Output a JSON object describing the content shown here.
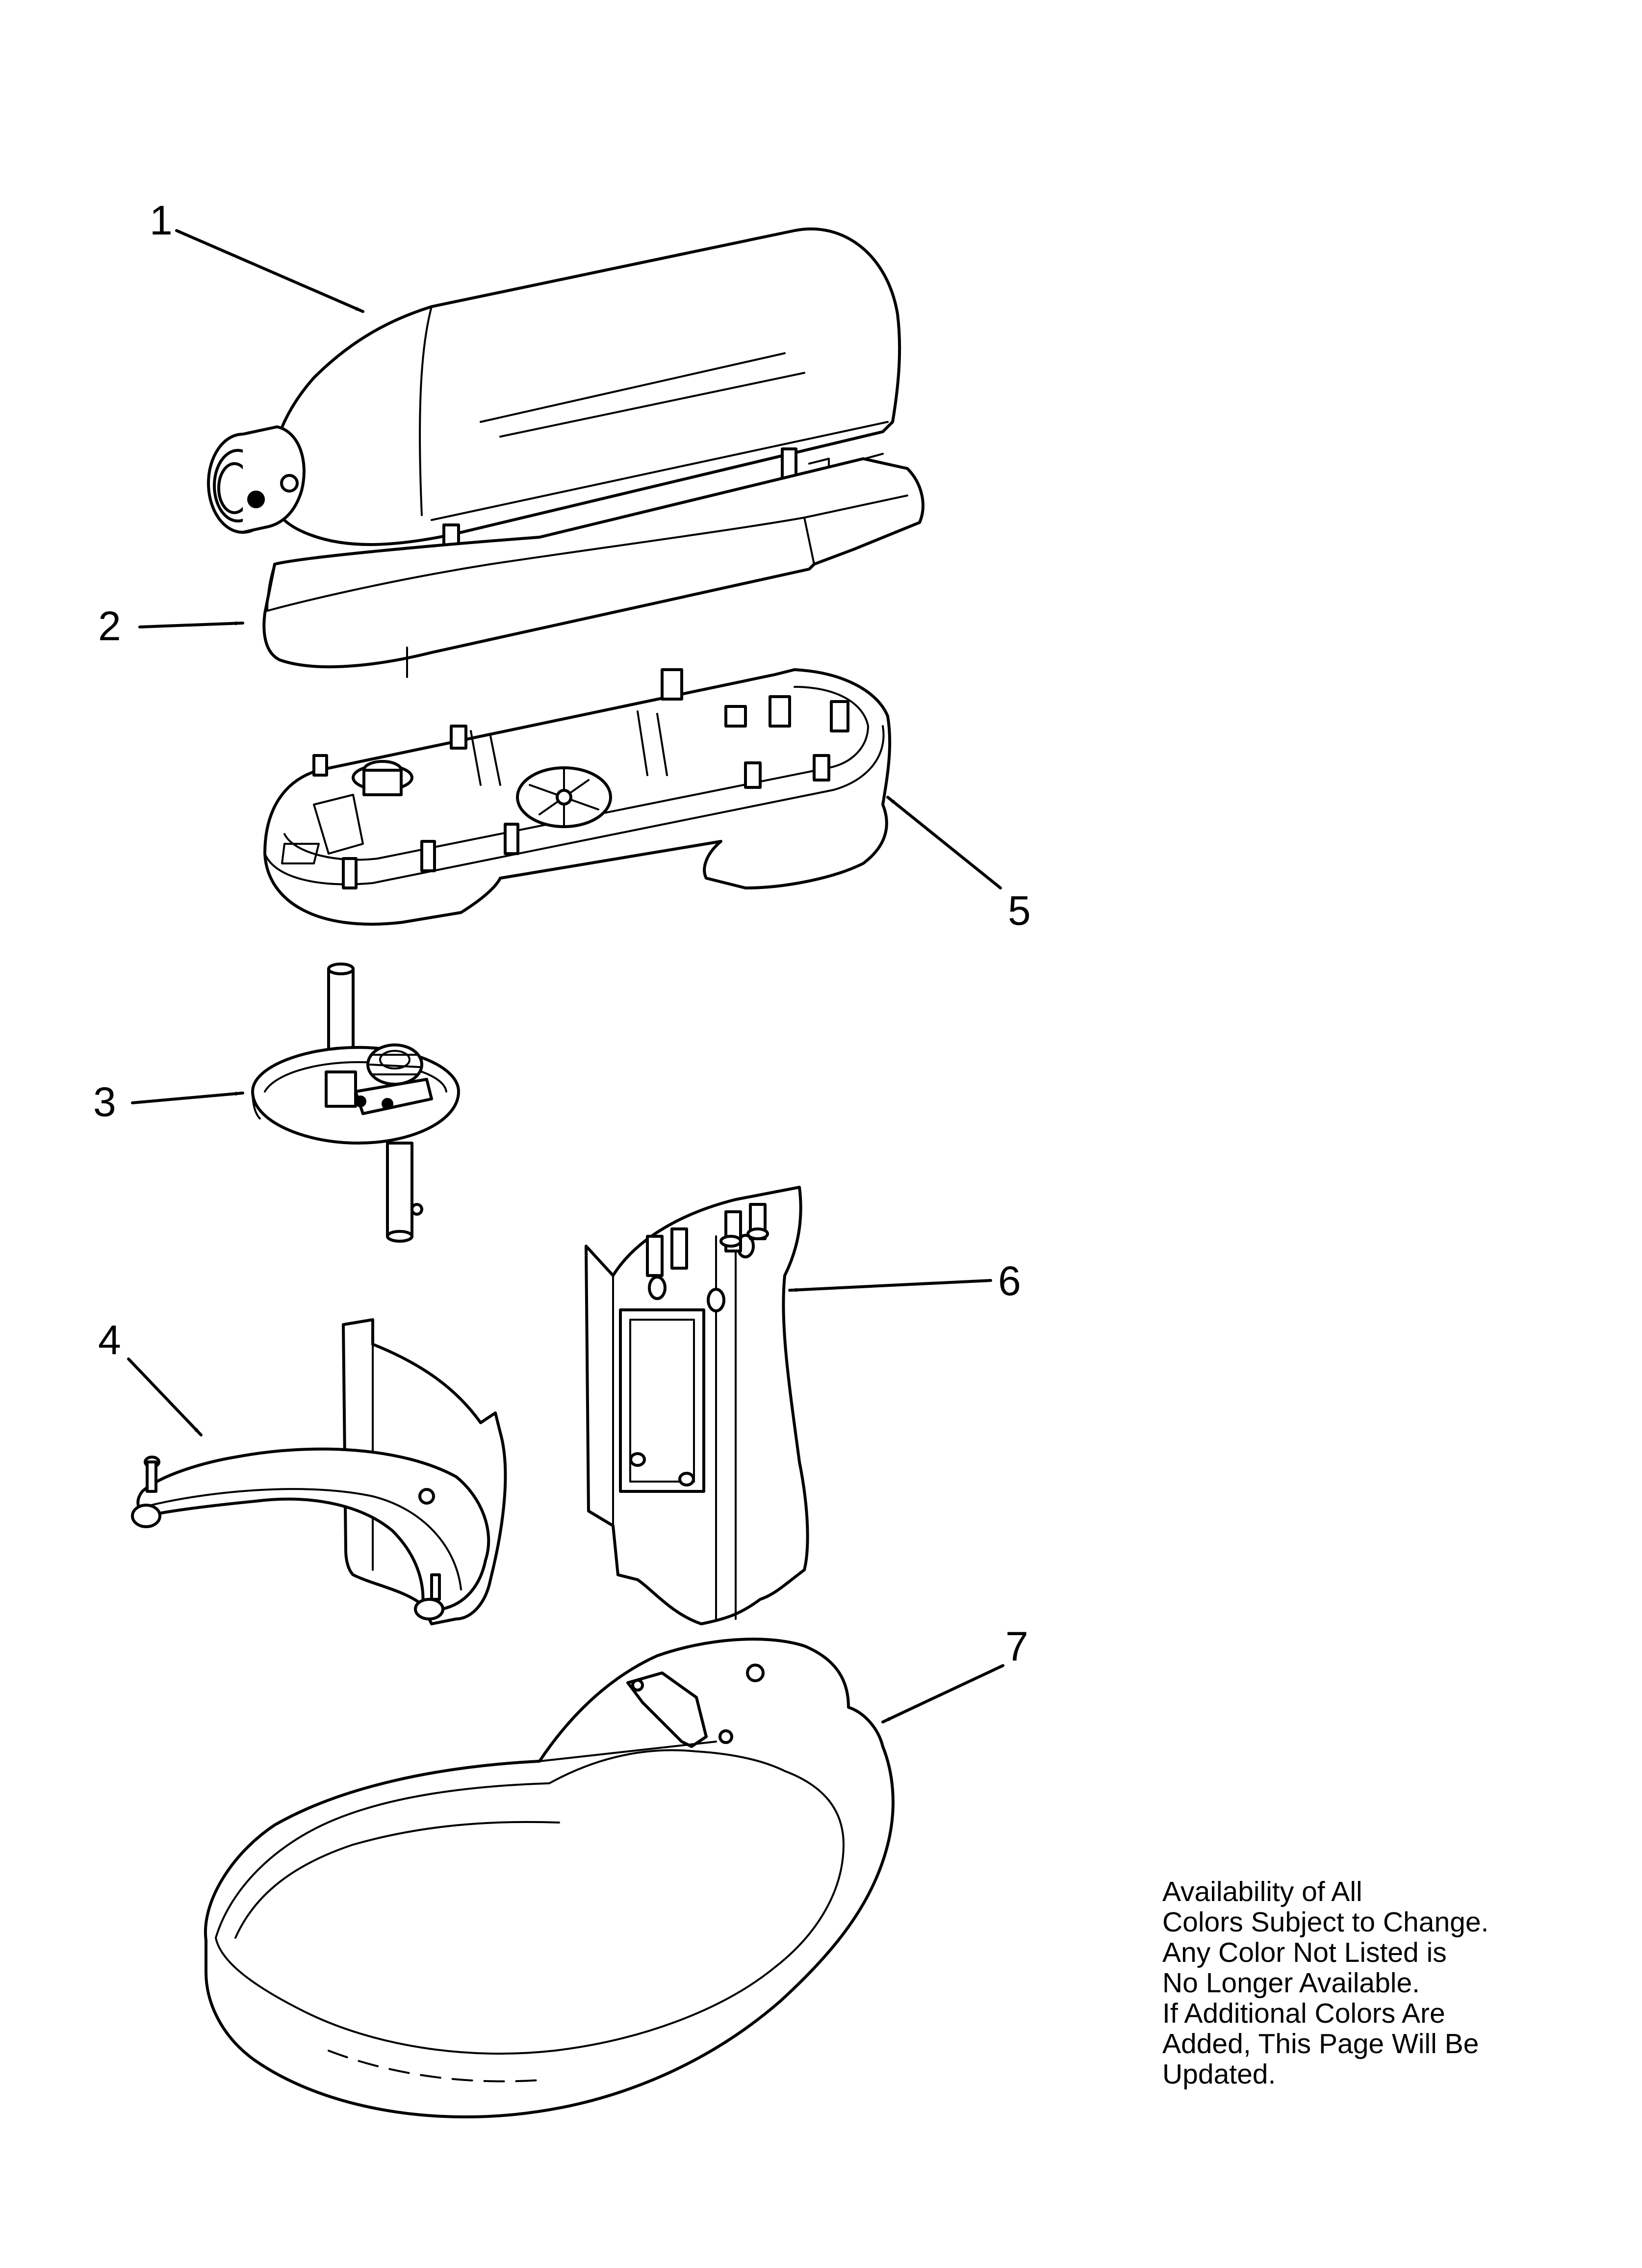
{
  "callouts": [
    "1",
    "2",
    "3",
    "4",
    "5",
    "6",
    "7"
  ],
  "note": [
    "Availability of All",
    "Colors Subject to Change.",
    "Any Color Not Listed is",
    "No Longer Available.",
    "If Additional Colors Are",
    "Added, This Page Will Be",
    "Updated."
  ]
}
